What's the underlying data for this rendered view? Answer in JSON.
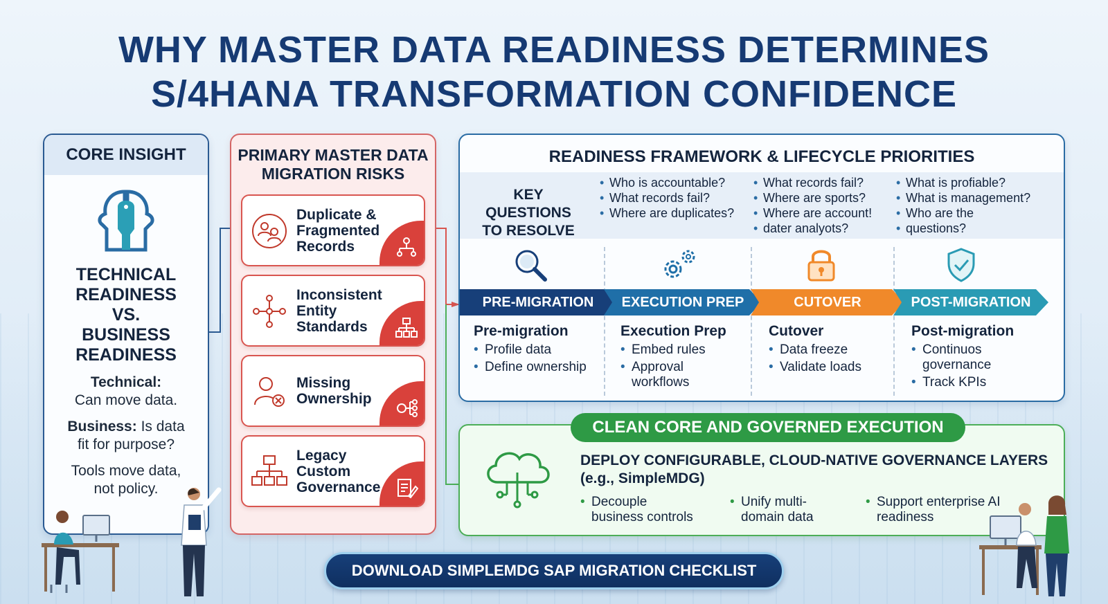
{
  "title": {
    "line1": "WHY MASTER DATA READINESS DETERMINES",
    "line2": "S/4HANA TRANSFORMATION CONFIDENCE"
  },
  "core_insight": {
    "heading": "CORE INSIGHT",
    "icon": "two-heads-icon",
    "big_line1": "TECHNICAL",
    "big_line2": "READINESS",
    "big_line3": "VS.",
    "big_line4": "BUSINESS",
    "big_line5": "READINESS",
    "technical_label": "Technical:",
    "technical_text": "Can move data.",
    "business_label": "Business:",
    "business_text1": "Is data",
    "business_text2": "fit for purpose?",
    "closing1": "Tools move data,",
    "closing2": "not policy."
  },
  "risks": {
    "heading1": "PRIMARY MASTER DATA",
    "heading2": "MIGRATION RISKS",
    "items": [
      {
        "l1": "Duplicate &",
        "l2": "Fragmented",
        "l3": "Records",
        "icon": "users-sync-icon",
        "corner_icon": "hierarchy-people-icon"
      },
      {
        "l1": "Inconsistent",
        "l2": "Entity",
        "l3": "Standards",
        "icon": "network-nodes-icon",
        "corner_icon": "org-chart-icon"
      },
      {
        "l1": "Missing",
        "l2": "Ownership",
        "l3": "",
        "icon": "user-remove-icon",
        "corner_icon": "user-network-icon"
      },
      {
        "l1": "Legacy Custom",
        "l2": "Governance",
        "l3": "",
        "icon": "org-tree-icon",
        "corner_icon": "document-edit-icon"
      }
    ]
  },
  "framework": {
    "heading": "READINESS FRAMEWORK & LIFECYCLE PRIORITIES",
    "key_questions_label1": "KEY QUESTIONS",
    "key_questions_label2": "TO RESOLVE",
    "questions": [
      [
        "Who is accountable?",
        "What records fail?",
        "Where are duplicates?"
      ],
      [
        "What records fail?",
        "Where are sports?",
        "Where are account!",
        "dater analyots?"
      ],
      [
        "What is profiable?",
        "What is management?",
        "Who are the",
        "questions?"
      ]
    ],
    "stages": [
      {
        "chevron": "PRE-MIGRATION",
        "title": "Pre-migration",
        "bullets": [
          "Profile data",
          "Define ownership"
        ],
        "icon": "magnifier-icon",
        "color": "#173f79"
      },
      {
        "chevron": "EXECUTION PREP",
        "title": "Execution Prep",
        "bullets": [
          "Embed rules",
          "Approval\nworkflows"
        ],
        "icon": "gears-icon",
        "color": "#1f6fa8"
      },
      {
        "chevron": "CUTOVER",
        "title": "Cutover",
        "bullets": [
          "Data freeze",
          "Validate loads"
        ],
        "icon": "lock-icon",
        "color": "#f0892a"
      },
      {
        "chevron": "POST-MIGRATION",
        "title": "Post-migration",
        "bullets": [
          "Continuos\ngovernance",
          "Track KPIs"
        ],
        "icon": "shield-check-icon",
        "color": "#2a9bb4"
      }
    ]
  },
  "clean_core": {
    "badge": "CLEAN CORE AND GOVERNED EXECUTION",
    "icon": "cloud-circuit-icon",
    "heading1": "DEPLOY CONFIGURABLE, CLOUD-NATIVE GOVERNANCE LAYERS",
    "heading2": "(e.g., SimpleMDG)",
    "bullets": [
      {
        "l1": "Decouple",
        "l2": "business controls"
      },
      {
        "l1": "Unify multi-",
        "l2": "domain data"
      },
      {
        "l1": "Support enterprise AI",
        "l2": "readiness"
      }
    ]
  },
  "cta": {
    "label": "DOWNLOAD SIMPLEMDG SAP MIGRATION CHECKLIST"
  },
  "colors": {
    "navy": "#163a73",
    "red": "#d9413b",
    "green": "#2e9a45",
    "orange": "#f0892a",
    "teal": "#2a9bb4"
  }
}
